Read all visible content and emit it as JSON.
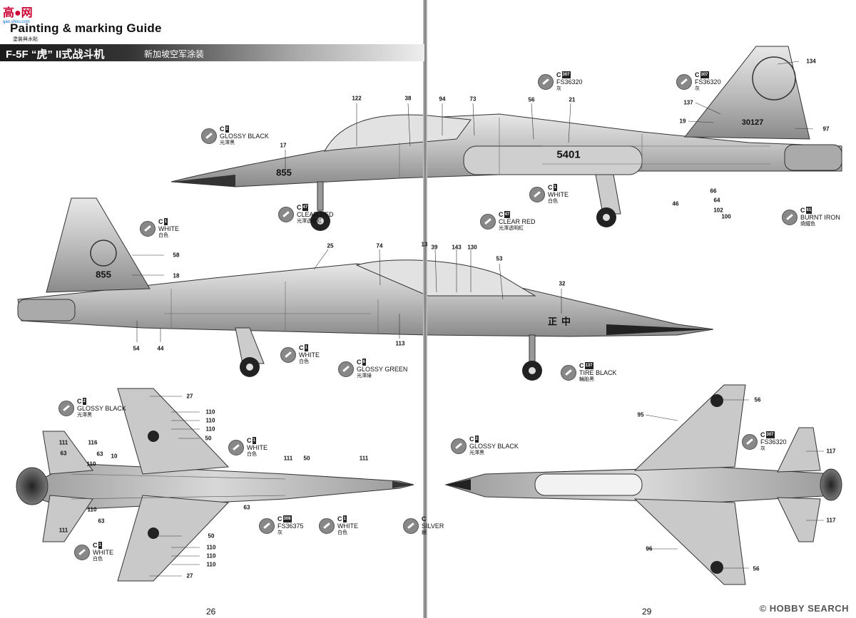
{
  "header": {
    "logo_text": "高●网",
    "logo_sub": "gao.shou.com",
    "title": "Painting & marking Guide",
    "subtitle": "塗裝與水貼",
    "banner_title": "F-5F “虎” II式战斗机",
    "banner_sub": "新加坡空军涂装"
  },
  "pages": {
    "left": "26",
    "right": "29"
  },
  "watermark": "© HOBBY SEARCH",
  "aircraft_markings": {
    "side_nose_serial": "855",
    "side_tail_serial": "30127",
    "side_fuselage_number": "5401",
    "left_tail_number": "855",
    "chinese_nose": "正中"
  },
  "paint_callouts": [
    {
      "id": "c2-top",
      "code": "C",
      "num": "2",
      "en": "GLOSSY BLACK",
      "zh": "光澤黑"
    },
    {
      "id": "c307-top",
      "code": "C",
      "num": "307",
      "en": "FS36320",
      "zh": "灰"
    },
    {
      "id": "c307-tail",
      "code": "C",
      "num": "307",
      "en": "FS36320",
      "zh": "灰"
    },
    {
      "id": "c1-top",
      "code": "C",
      "num": "1",
      "en": "WHITE",
      "zh": "白色"
    },
    {
      "id": "c47-mid",
      "code": "C",
      "num": "47",
      "en": "CLEAR RED",
      "zh": "光澤透明紅"
    },
    {
      "id": "c61",
      "code": "C",
      "num": "61",
      "en": "BURNT  IRON",
      "zh": "燒鐵色"
    },
    {
      "id": "c1-gear",
      "code": "C",
      "num": "1",
      "en": "WHITE",
      "zh": "白色"
    },
    {
      "id": "c47-left",
      "code": "C",
      "num": "47",
      "en": "CLEAR RED",
      "zh": "光澤透明紅"
    },
    {
      "id": "c1-gear2",
      "code": "C",
      "num": "1",
      "en": "WHITE",
      "zh": "白色"
    },
    {
      "id": "c6",
      "code": "C",
      "num": "6",
      "en": "GLOSSY GREEN",
      "zh": "光澤綠"
    },
    {
      "id": "c137",
      "code": "C",
      "num": "137",
      "en": "TIRE BLACK",
      "zh": "輪胎黑"
    },
    {
      "id": "c2-under",
      "code": "C",
      "num": "2",
      "en": "GLOSSY BLACK",
      "zh": "光澤黑"
    },
    {
      "id": "c1-under",
      "code": "C",
      "num": "1",
      "en": "WHITE",
      "zh": "白色"
    },
    {
      "id": "c1-under2",
      "code": "C",
      "num": "1",
      "en": "WHITE",
      "zh": "白色"
    },
    {
      "id": "c308",
      "code": "C",
      "num": "308",
      "en": "FS36375",
      "zh": "灰"
    },
    {
      "id": "c1-under3",
      "code": "C",
      "num": "1",
      "en": "WHITE",
      "zh": "白色"
    },
    {
      "id": "c-cut",
      "code": "C",
      "num": "",
      "en": "SILVER",
      "zh": "銀"
    },
    {
      "id": "c2-top2",
      "code": "C",
      "num": "2",
      "en": "GLOSSY BLACK",
      "zh": "光澤黑"
    },
    {
      "id": "c307-top2",
      "code": "C",
      "num": "307",
      "en": "FS36320",
      "zh": "灰"
    }
  ],
  "decal_numbers": [
    "122",
    "38",
    "94",
    "73",
    "56",
    "21",
    "134",
    "137",
    "19",
    "97",
    "17",
    "66",
    "64",
    "102",
    "100",
    "46",
    "25",
    "74",
    "13",
    "39",
    "143",
    "130",
    "53",
    "32",
    "58",
    "18",
    "54",
    "44",
    "113",
    "27",
    "110",
    "110",
    "110",
    "50",
    "111",
    "63",
    "116",
    "110",
    "63",
    "10",
    "111",
    "50",
    "111",
    "63",
    "110",
    "63",
    "111",
    "50",
    "110",
    "110",
    "110",
    "27",
    "56",
    "95",
    "117",
    "117",
    "96",
    "56"
  ]
}
